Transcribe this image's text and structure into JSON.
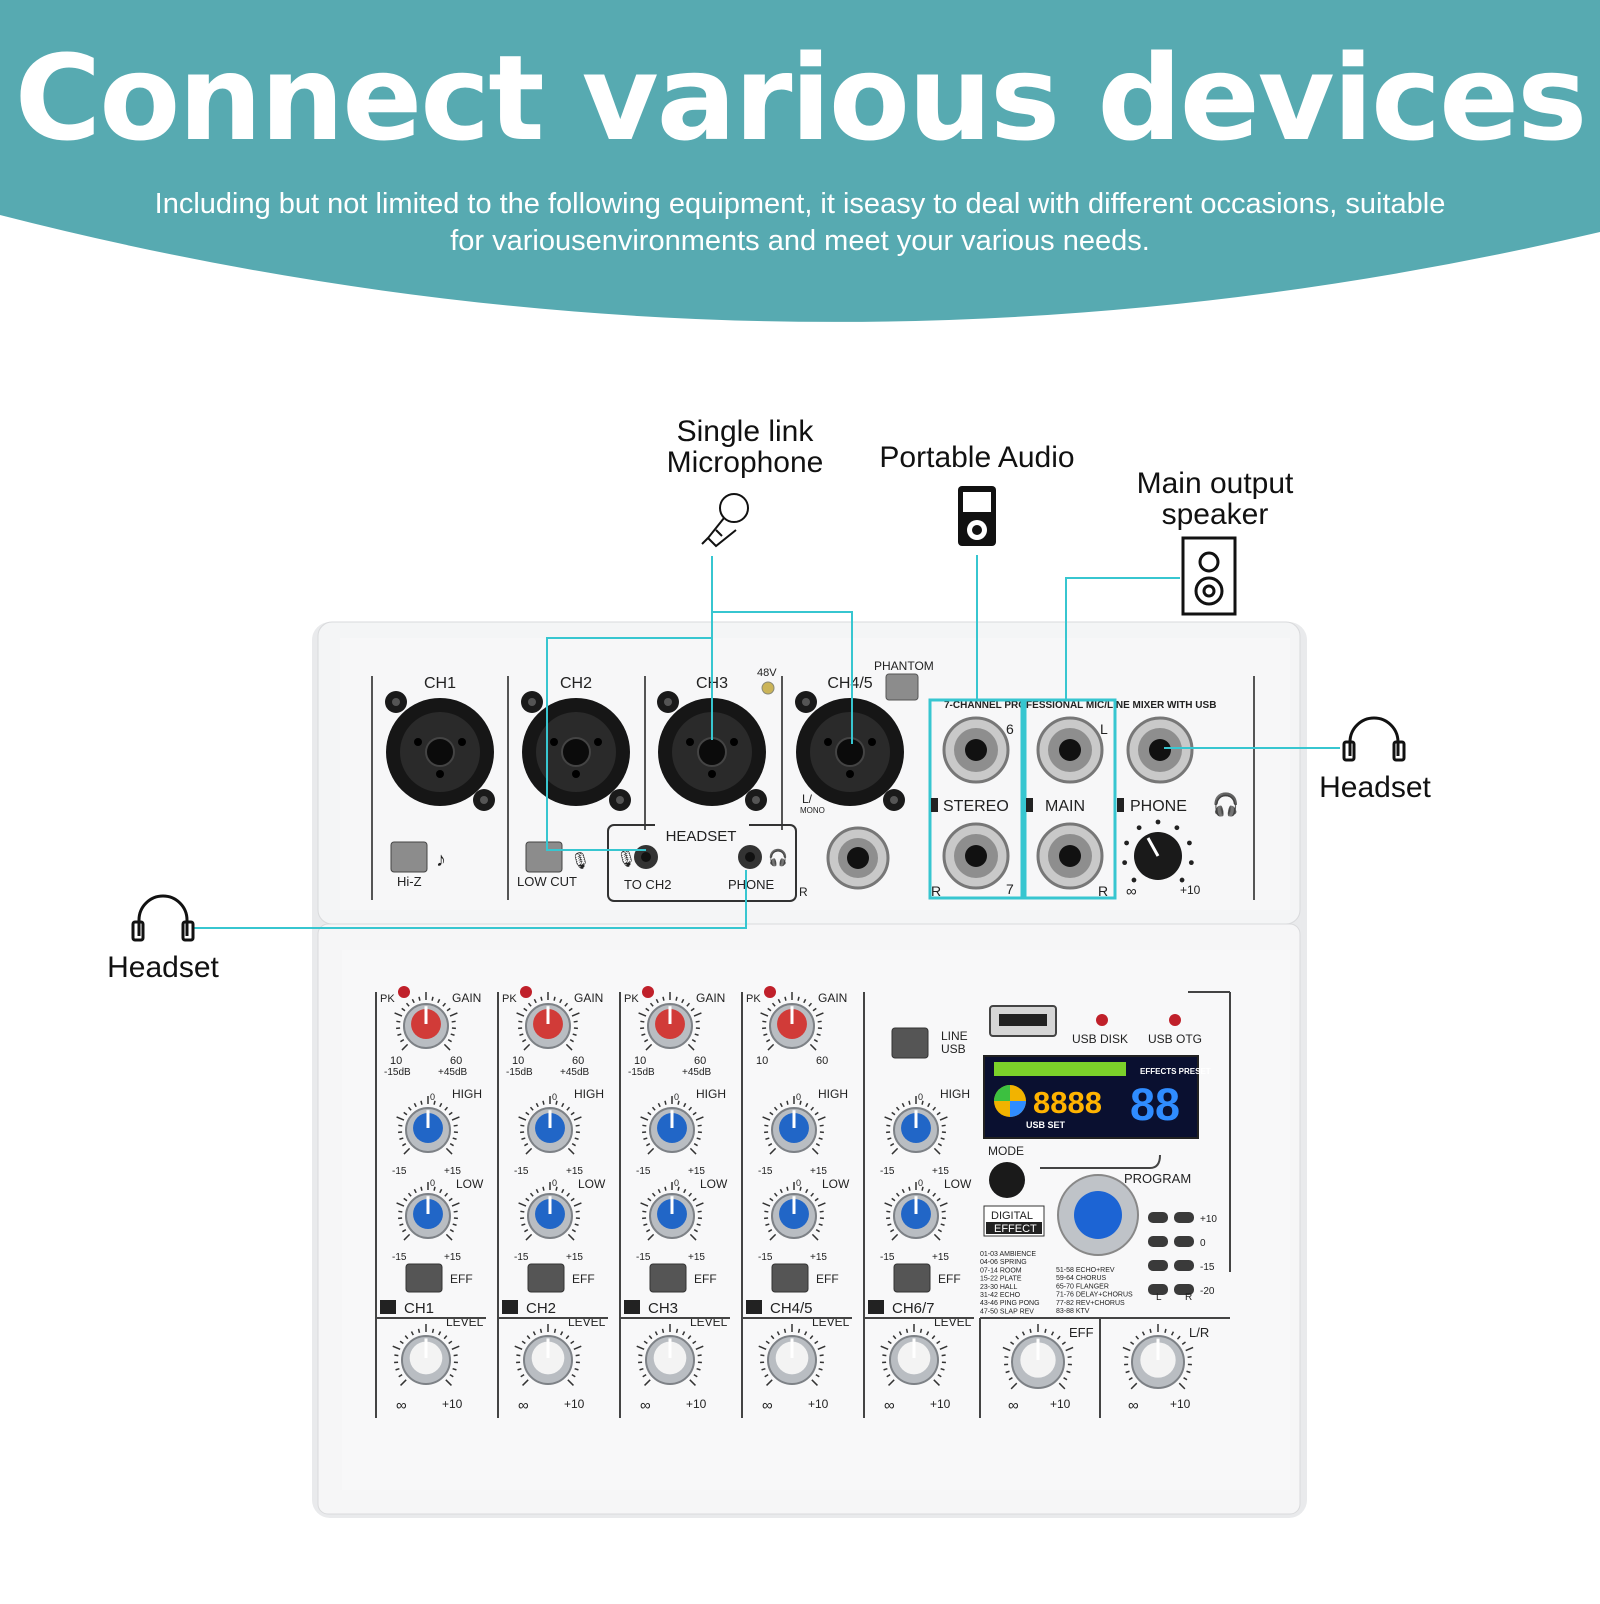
{
  "header": {
    "title": "Connect various devices",
    "subtitle": "Including but not limited to the following equipment, it iseasy to deal with different occasions, suitable for variousenvironments and meet your various needs."
  },
  "callouts": {
    "microphone": "Single link\nMicrophone",
    "portable_audio": "Portable Audio",
    "speaker": "Main output\nspeaker",
    "headset_right": "Headset",
    "headset_left": "Headset"
  },
  "colors": {
    "banner": "#57aab1",
    "connector_line": "#37c6d0",
    "knob_gain": "#d13b38",
    "knob_eq": "#2166c7",
    "knob_level": "#f3f3f3",
    "display_bg": "#0a1030",
    "display_digits": "#ffb300",
    "display_preset": "#2f8cff"
  },
  "mixer": {
    "top_channels": [
      "CH1",
      "CH2",
      "CH3",
      "CH4/5"
    ],
    "phantom": "PHANTOM",
    "v48": "48V",
    "product_name": "7-CHANNEL PROFESSIONAL MIC/LINE MIXER WITH USB",
    "hiz": "Hi-Z",
    "lowcut": "LOW CUT",
    "headset_box": "HEADSET",
    "to_ch2": "TO CH2",
    "phone_small": "PHONE",
    "r": "R",
    "l_mono": "L/",
    "mono": "MONO",
    "num6": "6",
    "num7": "7",
    "l": "L",
    "stereo": "STEREO",
    "main": "MAIN",
    "phone": "PHONE",
    "inf": "∞",
    "plus10": "+10",
    "pk": "PK",
    "gain": "GAIN",
    "g10": "10",
    "g60": "60",
    "gm15db": "-15dB",
    "gp45db": "+45dB",
    "high": "HIGH",
    "low": "LOW",
    "zero": "0",
    "m15": "-15",
    "p15": "+15",
    "eff": "EFF",
    "level": "LEVEL",
    "strip_names": [
      "CH1",
      "CH2",
      "CH3",
      "CH4/5",
      "CH6/7"
    ],
    "line": "LINE",
    "usb": "USB",
    "usb_disk": "USB DISK",
    "usb_otg": "USB OTG",
    "display_digits": "8888",
    "display_preset": "88",
    "effects_preset": "EFFECTS PRESET",
    "usb_set": "USB SET",
    "mode": "MODE",
    "program": "PROGRAM",
    "digital_effect": "DIGITAL EFFECT",
    "meter_labels": [
      "+10",
      "0",
      "-15",
      "-20"
    ],
    "effects_list_left": [
      "01-03 AMBIENCE",
      "04-06 SPRING",
      "07-14 ROOM",
      "15-22 PLATE",
      "23-30 HALL",
      "31-42 ECHO",
      "43-46 PING PONG",
      "47-50 SLAP REV"
    ],
    "effects_list_right": [
      "51-58 ECHO+REV",
      "59-64 CHORUS",
      "65-70 FLANGER",
      "71-76 DELAY+CHORUS",
      "77-82 REV+CHORUS",
      "83-88 KTV"
    ],
    "eff_master": "EFF",
    "lr": "L/R"
  }
}
